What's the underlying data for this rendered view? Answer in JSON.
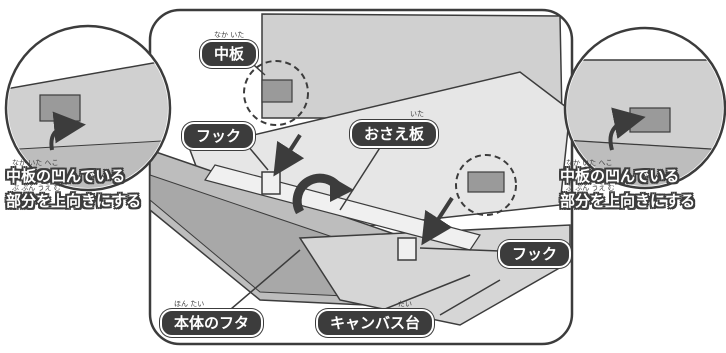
{
  "colors": {
    "ink": "#3c3c3c",
    "panel_fill": "#d9d9d9",
    "panel_dark": "#bdbdbd",
    "panel_light": "#ececec",
    "background": "#ffffff"
  },
  "labels": {
    "naka_ita": {
      "text": "中板",
      "ruby": "なか いた"
    },
    "hook_left": {
      "text": "フック"
    },
    "osae_ita": {
      "text": "おさえ板",
      "ruby": "いた"
    },
    "hook_right": {
      "text": "フック"
    },
    "hontai_futa": {
      "text": "本体のフタ",
      "ruby": "ほん たい"
    },
    "canvas_dai": {
      "text": "キャンバス台",
      "ruby": "だい"
    }
  },
  "instructions": {
    "left": {
      "line1": "中板の凹んでいる",
      "line2": "部分を上向きにする",
      "ruby1": "なか いた   へこ",
      "ruby2": "ぶ ぶん  うえ む"
    },
    "right": {
      "line1": "中板の凹んでいる",
      "line2": "部分を上向きにする",
      "ruby1": "なか いた   へこ",
      "ruby2": "ぶ ぶん  うえ む"
    }
  },
  "icons": [
    "down-arrow-icon",
    "rotate-arrow-icon",
    "curved-arrow-icon",
    "dashed-circle-icon"
  ]
}
